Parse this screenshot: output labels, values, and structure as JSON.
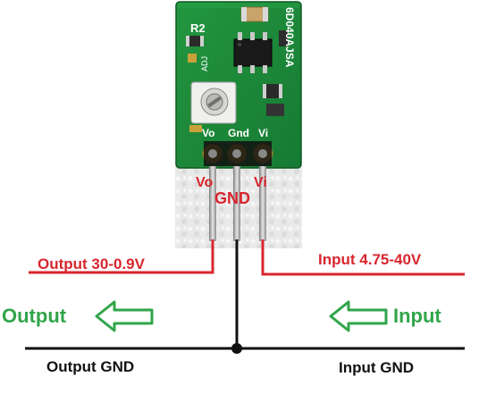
{
  "module": {
    "silk_r2": "R2",
    "silk_adj": "ADJ",
    "silk_part": "6D040AJSA",
    "silk_pins": [
      "Vo",
      "Gnd",
      "Vi"
    ]
  },
  "pins": {
    "vo": "Vo",
    "gnd": "GND",
    "vi": "Vi"
  },
  "labels": {
    "output_voltage": "Output  30-0.9V",
    "input_voltage": "Input 4.75-40V",
    "output": "Output",
    "input": "Input",
    "output_gnd": "Output GND",
    "input_gnd": "Input GND"
  },
  "colors": {
    "pcb": "#1f8a3a",
    "pcb_dark": "#136b2a",
    "wire_red": "#d8262e",
    "arrow_green": "#31a54a",
    "ground_black": "#111111",
    "gold": "#c9a13a"
  },
  "icons": {
    "output_arrow": "arrow-left-outline-icon",
    "input_arrow": "arrow-left-outline-icon"
  }
}
